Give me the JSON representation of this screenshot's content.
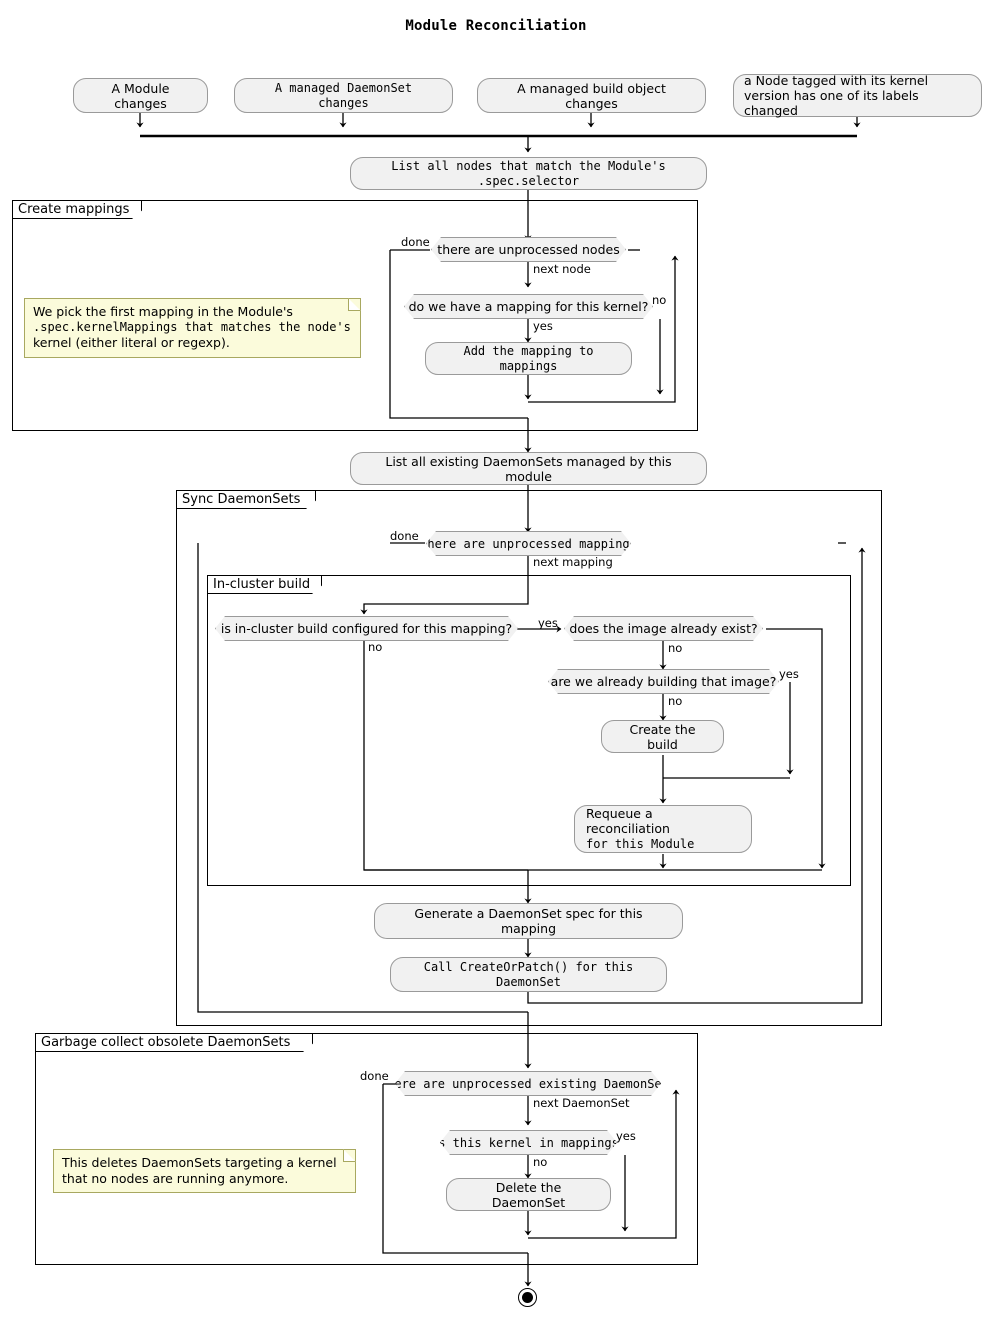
{
  "title": "Module Reconciliation",
  "start_nodes": [
    {
      "label": "A Module changes"
    },
    {
      "label": "A managed DaemonSet changes"
    },
    {
      "label": "A managed build object changes"
    },
    {
      "label": "a Node tagged with its kernel version has one of its labels changed"
    }
  ],
  "actions": {
    "list_nodes": "List all nodes that match the Module's .spec.selector",
    "add_mapping": "Add the mapping to mappings",
    "list_daemonsets": "List all existing DaemonSets managed by this module",
    "create_build": "Create the build",
    "requeue": "Requeue a reconciliation for this Module",
    "requeue_l1": "Requeue a reconciliation",
    "requeue_l2": "for this Module",
    "generate_spec": "Generate a DaemonSet spec for this mapping",
    "create_or_patch": "Call CreateOrPatch() for this DaemonSet",
    "delete_daemonset": "Delete the DaemonSet"
  },
  "decisions": {
    "unprocessed_nodes": "there are unprocessed nodes",
    "have_mapping": "do we have a mapping for this kernel?",
    "unprocessed_mappings": "there are unprocessed mappings",
    "in_cluster_build_configured": "is in-cluster build configured for this mapping?",
    "image_exists": "does the image already exist?",
    "already_building": "are we already building that image?",
    "unprocessed_existing_ds": "there are unprocessed existing DaemonSets",
    "kernel_in_mappings": "is this kernel in mappings?"
  },
  "partitions": {
    "create_mappings": "Create mappings",
    "sync_daemonsets": "Sync DaemonSets",
    "in_cluster_build": "In-cluster build",
    "garbage_collect": "Garbage collect obsolete DaemonSets"
  },
  "notes": {
    "mapping_note_l1": "We pick the first mapping in the Module's",
    "mapping_note_l2": ".spec.kernelMappings that matches the node's",
    "mapping_note_l3": "kernel (either literal or regexp).",
    "gc_note_l1": "This deletes DaemonSets targeting a kernel",
    "gc_note_l2": "that no nodes are running anymore."
  },
  "edge_labels": {
    "done_nodes": "done",
    "next_node": "next node",
    "yes_mapping": "yes",
    "no_mapping": "no",
    "done_mappings": "done",
    "next_mapping": "next mapping",
    "no_build": "no",
    "yes_build": "yes",
    "no_image": "no",
    "yes_building": "yes",
    "no_building": "no",
    "done_ds": "done",
    "next_ds": "next DaemonSet",
    "yes_kernel": "yes",
    "no_kernel": "no"
  },
  "colors": {
    "node_fill": "#F1F1F1",
    "node_border": "#9A9A9A",
    "note_fill": "#FBFBDB",
    "note_border": "#A8A860",
    "line": "#000000",
    "background": "#FFFFFF"
  }
}
